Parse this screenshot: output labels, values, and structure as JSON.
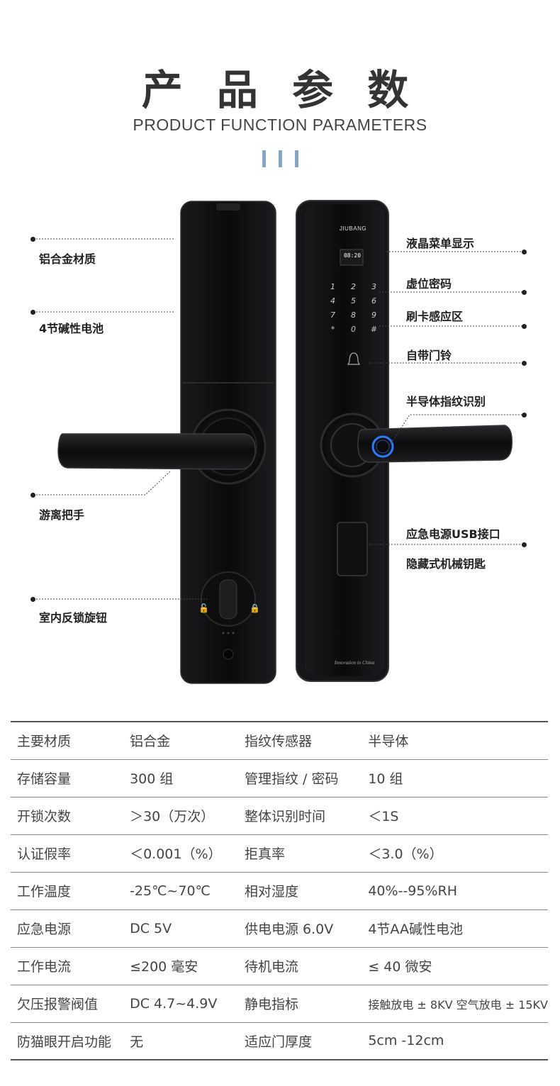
{
  "header": {
    "title": "产 品 参 数",
    "subtitle": "PRODUCT FUNCTION PARAMETERS"
  },
  "product": {
    "brand": "JIUBANG",
    "screen_time": "08:20",
    "keypad": [
      "1",
      "2",
      "3",
      "4",
      "5",
      "6",
      "7",
      "8",
      "9",
      "*",
      "0",
      "#"
    ],
    "footer_text": "Innovation in China"
  },
  "callouts": {
    "left": [
      "铝合金材质",
      "4节碱性电池",
      "游离把手",
      "室内反锁旋钮"
    ],
    "right": [
      "液晶菜单显示",
      "虚位密码",
      "刷卡感应区",
      "自带门铃",
      "半导体指纹识别",
      "应急电源USB接口",
      "隐藏式机械钥匙"
    ]
  },
  "specs": [
    [
      "主要材质",
      "铝合金",
      "指纹传感器",
      "半导体"
    ],
    [
      "存储容量",
      "300 组",
      "管理指纹 / 密码",
      "10 组"
    ],
    [
      "开锁次数",
      "＞30（万次）",
      "整体识别时间",
      "＜1S"
    ],
    [
      "认证假率",
      "＜0.001（%）",
      "拒真率",
      "＜3.0（%）"
    ],
    [
      "工作温度",
      "-25℃~70℃",
      "相对湿度",
      "40%--95%RH"
    ],
    [
      "应急电源",
      "DC 5V",
      "供电电源 6.0V",
      "4节AA碱性电池"
    ],
    [
      "工作电流",
      "≤200 毫安",
      "待机电流",
      "≤ 40 微安"
    ],
    [
      "欠压报警阀值",
      "DC 4.7~4.9V",
      "静电指标",
      "接触放电 ± 8KV 空气放电 ± 15KV"
    ],
    [
      "防猫眼开启功能",
      "无",
      "适应门厚度",
      "5cm -12cm"
    ]
  ],
  "colors": {
    "accent_bars": "#7fa8c8",
    "fingerprint_ring": "#2a7bff",
    "lock_body": "#0c0c0e"
  }
}
